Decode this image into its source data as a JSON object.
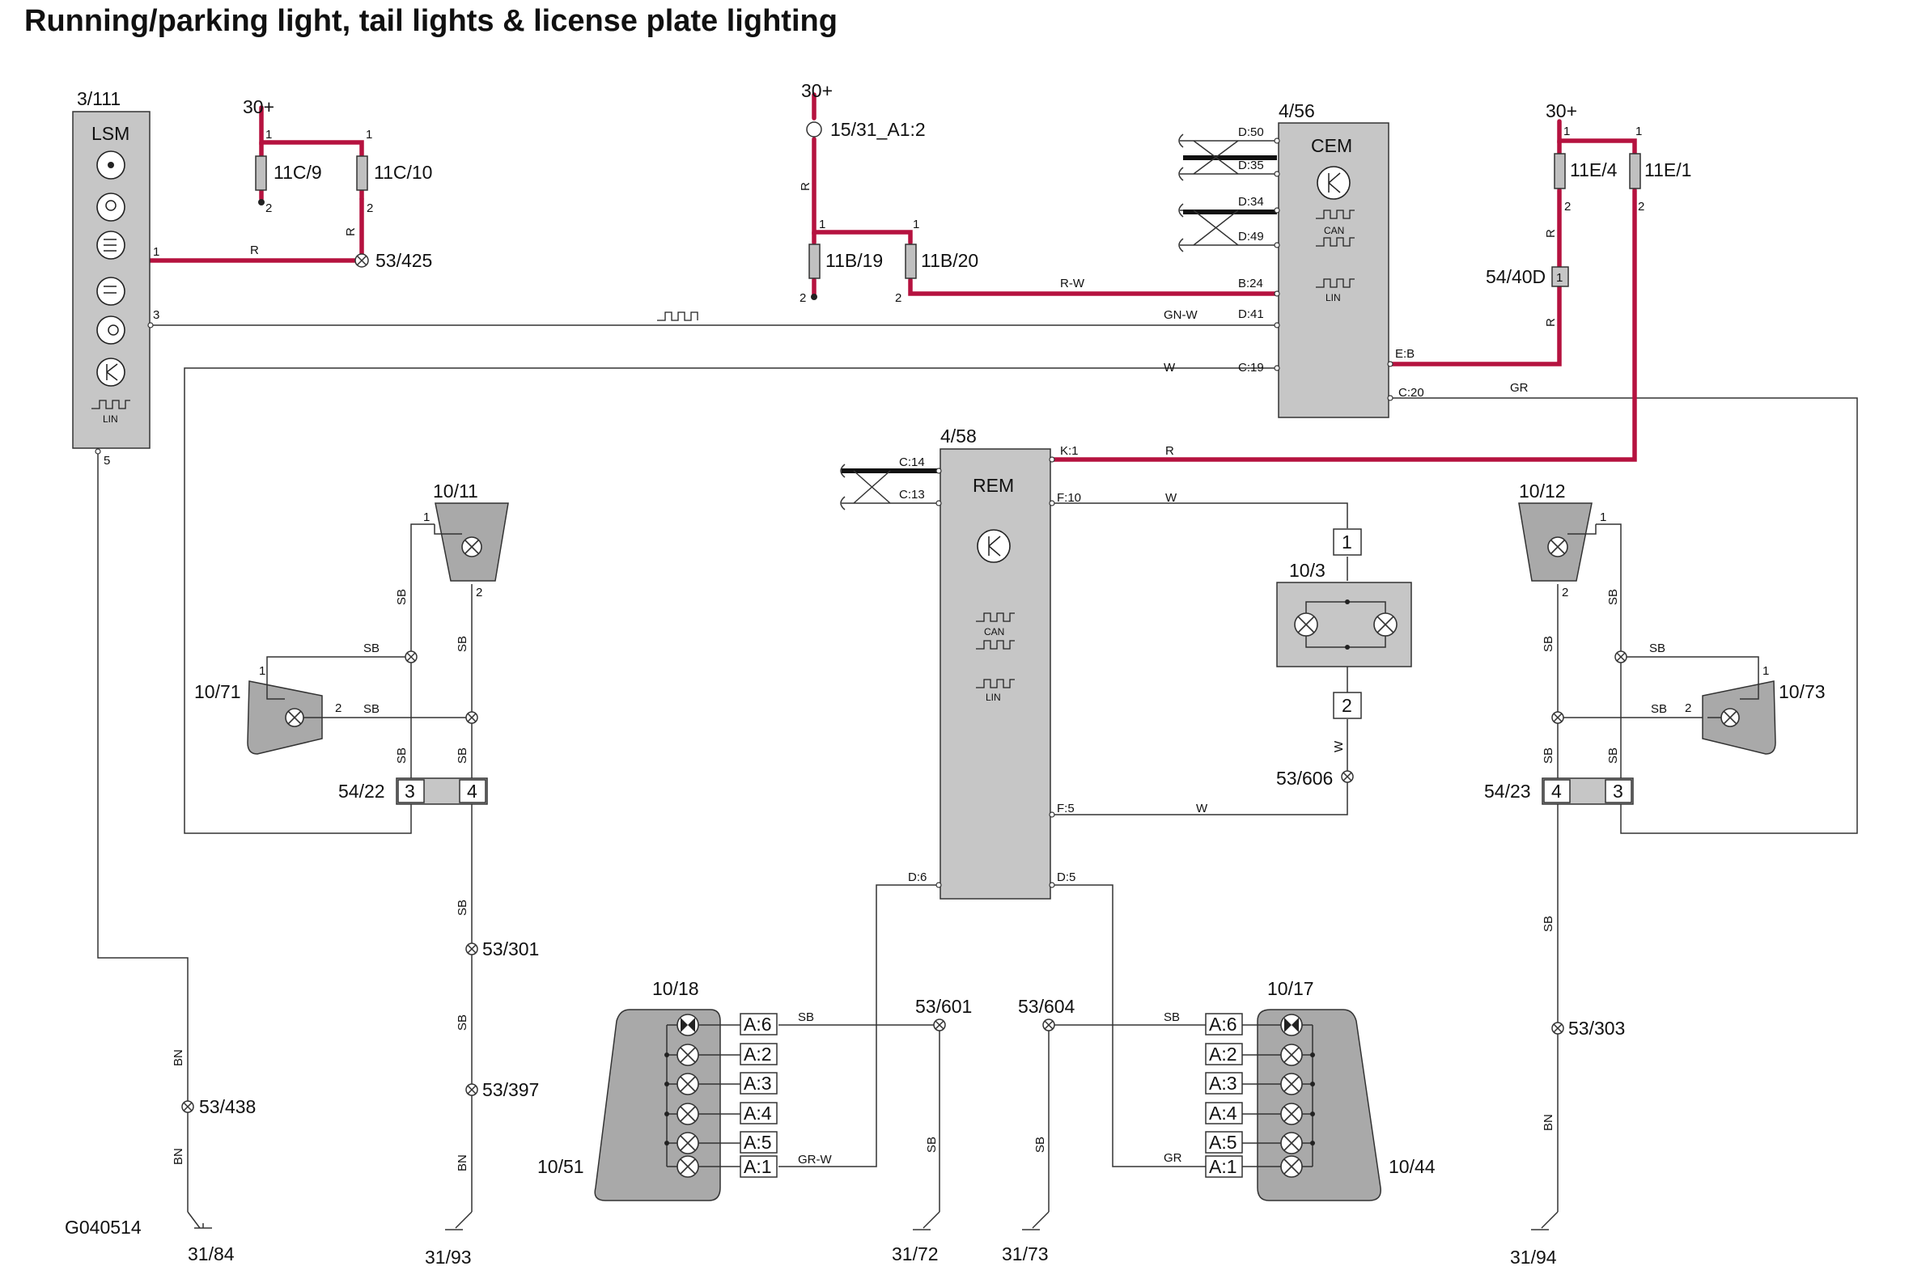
{
  "title": "Running/parking light, tail lights & license plate lighting",
  "drawing_code": "G040514",
  "supply_label": "30+",
  "modules": {
    "lsm": {
      "id": "3/111",
      "name": "LSM",
      "pins": [
        "1",
        "3",
        "5"
      ],
      "lin_label": "LIN"
    },
    "cem": {
      "id": "4/56",
      "name": "CEM",
      "pins": [
        "D:50",
        "D:35",
        "D:34",
        "D:49",
        "B:24",
        "D:41",
        "C:19",
        "E:B",
        "C:20"
      ],
      "can_label": "CAN",
      "lin_label": "LIN"
    },
    "rem": {
      "id": "4/58",
      "name": "REM",
      "pins": [
        "C:14",
        "C:13",
        "K:1",
        "F:10",
        "F:5",
        "D:6",
        "D:5"
      ],
      "can_label": "CAN",
      "lin_label": "LIN"
    }
  },
  "fuses": [
    {
      "id": "11C/9",
      "pin_top": "1",
      "pin_bottom": "2"
    },
    {
      "id": "11C/10",
      "pin_top": "1",
      "pin_bottom": "2"
    },
    {
      "id": "11B/19",
      "pin_top": "1",
      "pin_bottom": "2"
    },
    {
      "id": "11B/20",
      "pin_top": "1",
      "pin_bottom": "2"
    },
    {
      "id": "11E/4",
      "pin_top": "1",
      "pin_bottom": "2"
    },
    {
      "id": "11E/1",
      "pin_top": "1",
      "pin_bottom": "2"
    }
  ],
  "splices": [
    "53/425",
    "53/606",
    "53/301",
    "53/397",
    "53/438",
    "53/601",
    "53/604",
    "53/303"
  ],
  "terminal_15": "15/31_A1:2",
  "connectors": {
    "c54_40d": {
      "id": "54/40D",
      "pin": "1"
    },
    "c54_22": {
      "id": "54/22",
      "pins": [
        "3",
        "4"
      ]
    },
    "c54_23": {
      "id": "54/23",
      "pins": [
        "4",
        "3"
      ]
    }
  },
  "lamps": {
    "l10_11": {
      "id": "10/11",
      "pin_a": "1",
      "pin_b": "2"
    },
    "l10_12": {
      "id": "10/12",
      "pin_a": "1",
      "pin_b": "2"
    },
    "l10_71": {
      "id": "10/71",
      "pin_a": "1",
      "pin_b": "2"
    },
    "l10_73": {
      "id": "10/73",
      "pin_a": "1",
      "pin_b": "2"
    },
    "l10_3": {
      "id": "10/3",
      "pin_a": "1",
      "pin_b": "2"
    },
    "l10_18": {
      "id": "10/18",
      "body_id": "10/51"
    },
    "l10_17": {
      "id": "10/17",
      "body_id": "10/44"
    }
  },
  "tail_pins": [
    "A:6",
    "A:2",
    "A:3",
    "A:4",
    "A:5",
    "A:1"
  ],
  "grounds": [
    "31/84",
    "31/93",
    "31/72",
    "31/73",
    "31/94"
  ],
  "wire_colors": {
    "r": "R",
    "rw": "R-W",
    "gnw": "GN-W",
    "w": "W",
    "gr": "GR",
    "sb": "SB",
    "bn": "BN",
    "grw": "GR-W"
  },
  "colors": {
    "power_wire": "#b5123f",
    "module_fill": "#c6c6c6",
    "lamp_fill": "#a9a9a9"
  }
}
